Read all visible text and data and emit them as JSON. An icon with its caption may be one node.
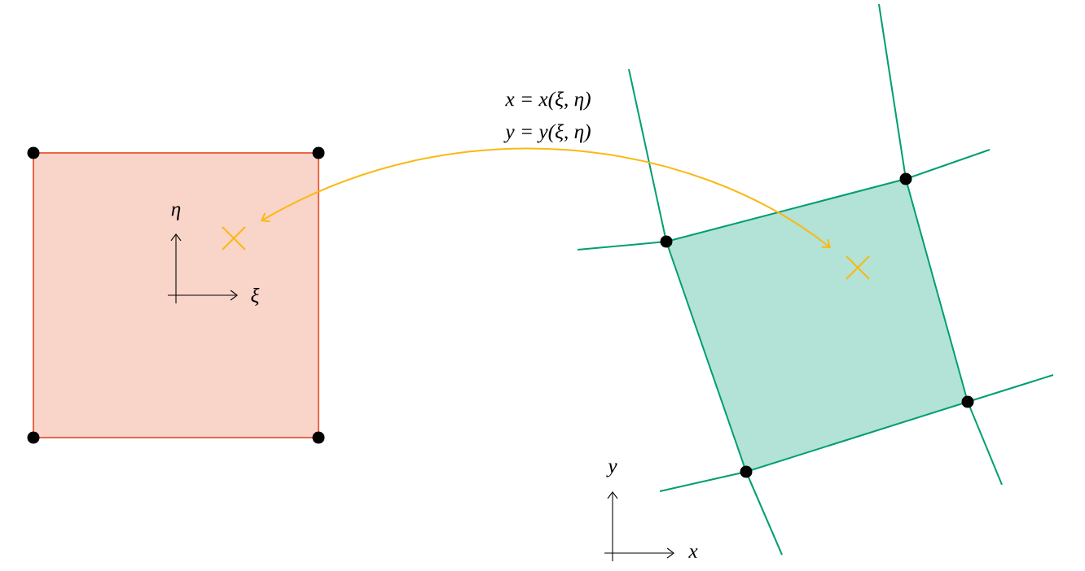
{
  "diagram": {
    "nodes": [
      {
        "text": [],
        "shape": "box"
      },
      {
        "text": [],
        "shape": "cross",
        "in": 0
      },
      {
        "text": [],
        "shape": "quadrilateral"
      },
      {
        "text": [],
        "shape": "cross",
        "in": 2
      }
    ],
    "edges": [
      {
        "from": 1,
        "to": 3,
        "arrow": "both",
        "color": "#fbb812"
      }
    ],
    "labels": [
      "x = x(ξ, η)",
      "y = y(ξ, η)",
      "η",
      "ξ",
      "y",
      "x"
    ]
  }
}
